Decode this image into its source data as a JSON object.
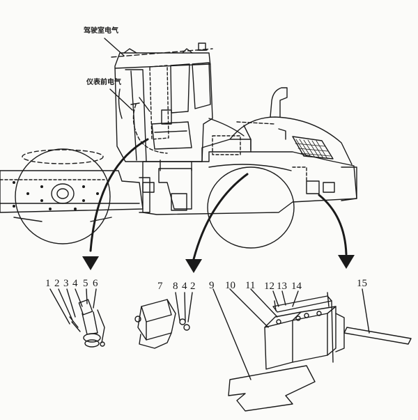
{
  "labels": {
    "cab_electrical": "驾驶室电气",
    "dashboard_electrical": "仪表前电气"
  },
  "part_numbers": [
    "1",
    "2",
    "3",
    "4",
    "5",
    "6",
    "7",
    "8",
    "4",
    "2",
    "9",
    "10",
    "11",
    "12",
    "13",
    "14",
    "15"
  ],
  "colors": {
    "ink": "#1a1a1a",
    "paper": "#fbfbf9"
  }
}
